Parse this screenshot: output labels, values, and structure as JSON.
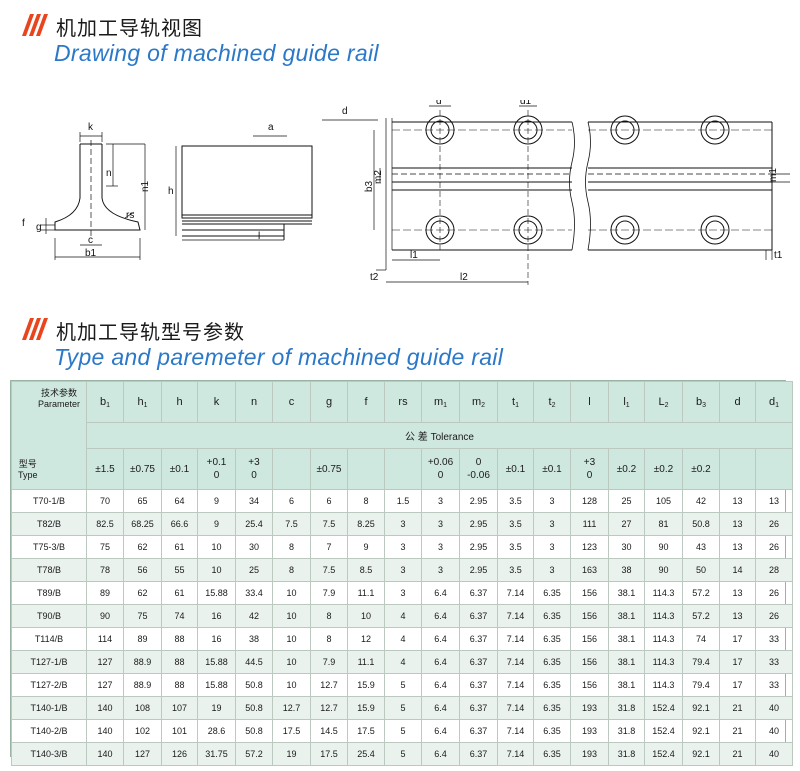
{
  "section1": {
    "cn": "机加工导轨视图",
    "en": "Drawing of machined guide rail"
  },
  "section2": {
    "cn": "机加工导轨型号参数",
    "en": "Type and paremeter of machined guide rail"
  },
  "drawing": {
    "labels": {
      "k": "k",
      "n": "n",
      "n1": "n1",
      "g": "g",
      "f": "f",
      "c": "c",
      "b1": "b1",
      "rs": "rs",
      "h": "h",
      "a": "a",
      "l": "l",
      "d": "d",
      "d1": "d1",
      "m2": "m2",
      "b3": "b3",
      "m1": "m1",
      "l1": "l1",
      "l2": "l2",
      "t1": "t1",
      "t2": "t2"
    }
  },
  "table": {
    "corner_top_cn": "技术参数",
    "corner_top_en": "Parameter",
    "corner_bottom_cn": "型号",
    "corner_bottom_en": "Type",
    "headers": [
      {
        "base": "b",
        "sub": "1"
      },
      {
        "base": "h",
        "sub": "1"
      },
      {
        "base": "h",
        "sub": ""
      },
      {
        "base": "k",
        "sub": ""
      },
      {
        "base": "n",
        "sub": ""
      },
      {
        "base": "c",
        "sub": ""
      },
      {
        "base": "g",
        "sub": ""
      },
      {
        "base": "f",
        "sub": ""
      },
      {
        "base": "rs",
        "sub": ""
      },
      {
        "base": "m",
        "sub": "1"
      },
      {
        "base": "m",
        "sub": "2"
      },
      {
        "base": "t",
        "sub": "1"
      },
      {
        "base": "t",
        "sub": "2"
      },
      {
        "base": "l",
        "sub": ""
      },
      {
        "base": "l",
        "sub": "1"
      },
      {
        "base": "L",
        "sub": "2"
      },
      {
        "base": "b",
        "sub": "3"
      },
      {
        "base": "d",
        "sub": ""
      },
      {
        "base": "d",
        "sub": "1"
      }
    ],
    "tolerance_label": "公 差 Tolerance",
    "tolerances": [
      [
        "±1.5"
      ],
      [
        "±0.75"
      ],
      [
        "±0.1"
      ],
      [
        "+0.1",
        "0"
      ],
      [
        "+3",
        "0"
      ],
      [
        ""
      ],
      [
        "±0.75"
      ],
      [
        ""
      ],
      [
        ""
      ],
      [
        "+0.06",
        "0"
      ],
      [
        "0",
        "-0.06"
      ],
      [
        "±0.1"
      ],
      [
        "±0.1"
      ],
      [
        "+3",
        "0"
      ],
      [
        "±0.2"
      ],
      [
        "±0.2"
      ],
      [
        "±0.2"
      ],
      [
        ""
      ],
      [
        ""
      ]
    ],
    "rows": [
      [
        "T70-1/B",
        "70",
        "65",
        "64",
        "9",
        "34",
        "6",
        "6",
        "8",
        "1.5",
        "3",
        "2.95",
        "3.5",
        "3",
        "128",
        "25",
        "105",
        "42",
        "13",
        "13"
      ],
      [
        "T82/B",
        "82.5",
        "68.25",
        "66.6",
        "9",
        "25.4",
        "7.5",
        "7.5",
        "8.25",
        "3",
        "3",
        "2.95",
        "3.5",
        "3",
        "111",
        "27",
        "81",
        "50.8",
        "13",
        "26"
      ],
      [
        "T75-3/B",
        "75",
        "62",
        "61",
        "10",
        "30",
        "8",
        "7",
        "9",
        "3",
        "3",
        "2.95",
        "3.5",
        "3",
        "123",
        "30",
        "90",
        "43",
        "13",
        "26"
      ],
      [
        "T78/B",
        "78",
        "56",
        "55",
        "10",
        "25",
        "8",
        "7.5",
        "8.5",
        "3",
        "3",
        "2.95",
        "3.5",
        "3",
        "163",
        "38",
        "90",
        "50",
        "14",
        "28"
      ],
      [
        "T89/B",
        "89",
        "62",
        "61",
        "15.88",
        "33.4",
        "10",
        "7.9",
        "11.1",
        "3",
        "6.4",
        "6.37",
        "7.14",
        "6.35",
        "156",
        "38.1",
        "114.3",
        "57.2",
        "13",
        "26"
      ],
      [
        "T90/B",
        "90",
        "75",
        "74",
        "16",
        "42",
        "10",
        "8",
        "10",
        "4",
        "6.4",
        "6.37",
        "7.14",
        "6.35",
        "156",
        "38.1",
        "114.3",
        "57.2",
        "13",
        "26"
      ],
      [
        "T114/B",
        "114",
        "89",
        "88",
        "16",
        "38",
        "10",
        "8",
        "12",
        "4",
        "6.4",
        "6.37",
        "7.14",
        "6.35",
        "156",
        "38.1",
        "114.3",
        "74",
        "17",
        "33"
      ],
      [
        "T127-1/B",
        "127",
        "88.9",
        "88",
        "15.88",
        "44.5",
        "10",
        "7.9",
        "11.1",
        "4",
        "6.4",
        "6.37",
        "7.14",
        "6.35",
        "156",
        "38.1",
        "114.3",
        "79.4",
        "17",
        "33"
      ],
      [
        "T127-2/B",
        "127",
        "88.9",
        "88",
        "15.88",
        "50.8",
        "10",
        "12.7",
        "15.9",
        "5",
        "6.4",
        "6.37",
        "7.14",
        "6.35",
        "156",
        "38.1",
        "114.3",
        "79.4",
        "17",
        "33"
      ],
      [
        "T140-1/B",
        "140",
        "108",
        "107",
        "19",
        "50.8",
        "12.7",
        "12.7",
        "15.9",
        "5",
        "6.4",
        "6.37",
        "7.14",
        "6.35",
        "193",
        "31.8",
        "152.4",
        "92.1",
        "21",
        "40"
      ],
      [
        "T140-2/B",
        "140",
        "102",
        "101",
        "28.6",
        "50.8",
        "17.5",
        "14.5",
        "17.5",
        "5",
        "6.4",
        "6.37",
        "7.14",
        "6.35",
        "193",
        "31.8",
        "152.4",
        "92.1",
        "21",
        "40"
      ],
      [
        "T140-3/B",
        "140",
        "127",
        "126",
        "31.75",
        "57.2",
        "19",
        "17.5",
        "25.4",
        "5",
        "6.4",
        "6.37",
        "7.14",
        "6.35",
        "193",
        "31.8",
        "152.4",
        "92.1",
        "21",
        "40"
      ]
    ]
  }
}
